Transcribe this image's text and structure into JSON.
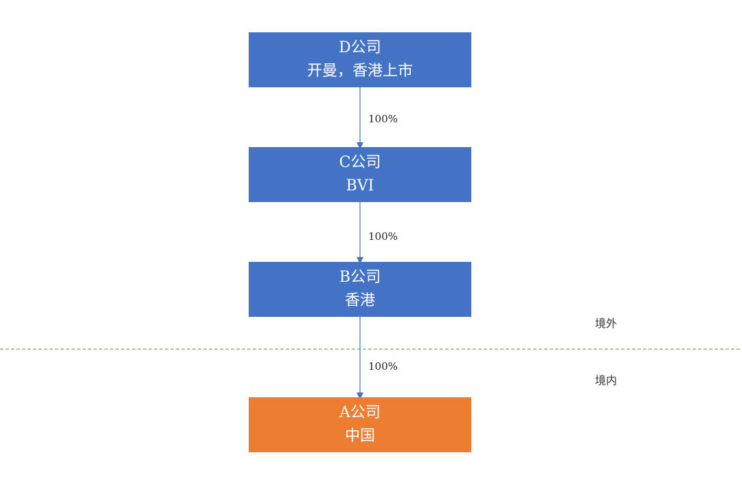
{
  "colors": {
    "offshore_node": "#4472C4",
    "onshore_node": "#ED7D31",
    "arrow": "#4472C4",
    "boundary_line": "#70AD47"
  },
  "nodes": {
    "d": {
      "name": "D公司",
      "note": "开曼，香港上市"
    },
    "c": {
      "name": "C公司",
      "note": "BVI"
    },
    "b": {
      "name": "B公司",
      "note": "香港"
    },
    "a": {
      "name": "A公司",
      "note": "中国"
    }
  },
  "links": {
    "d_to_c": "100%",
    "c_to_b": "100%",
    "b_to_a": "100%"
  },
  "regions": {
    "offshore": "境外",
    "onshore": "境内"
  }
}
